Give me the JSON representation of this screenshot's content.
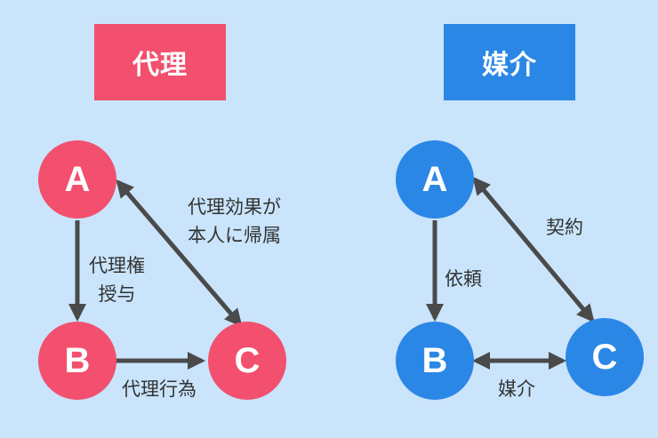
{
  "agency": {
    "title": "代理",
    "color": "#f2506e",
    "nodes": {
      "a": "A",
      "b": "B",
      "c": "C"
    },
    "label_ab": {
      "line1": "代理権",
      "line2": "授与"
    },
    "label_bc": "代理行為",
    "label_ac": {
      "line1": "代理効果が",
      "line2": "本人に帰属"
    }
  },
  "mediation": {
    "title": "媒介",
    "color": "#2b87e6",
    "nodes": {
      "a": "A",
      "b": "B",
      "c": "C"
    },
    "label_ab": "依頼",
    "label_ac": "契約",
    "label_bc": "媒介"
  },
  "colors": {
    "background": "#c9e4fb",
    "arrow": "#4a4a4a",
    "label_text": "#333333"
  }
}
